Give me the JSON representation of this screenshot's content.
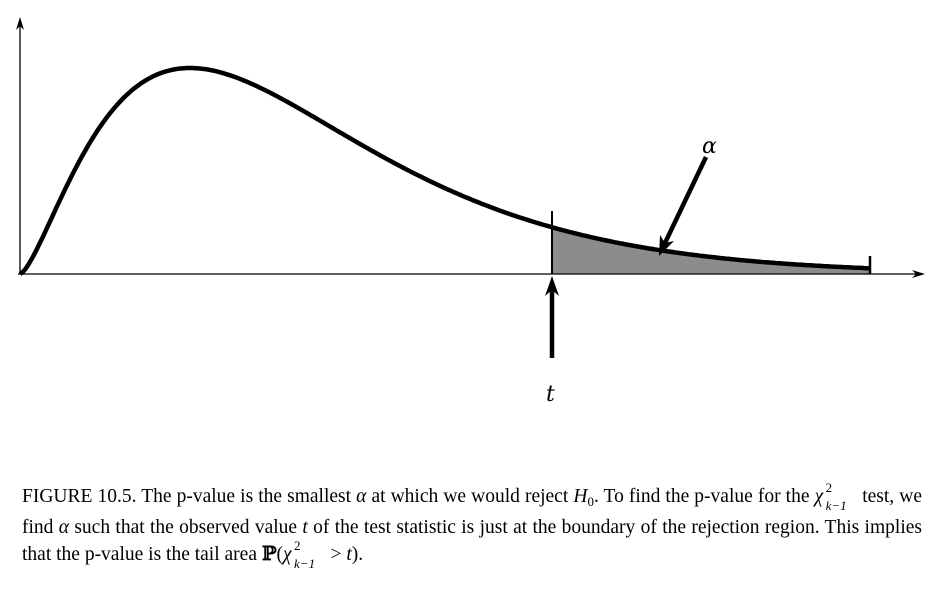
{
  "figure": {
    "alpha_label": "α",
    "t_label": "t"
  },
  "caption": {
    "label": "FIGURE 10.5.",
    "part1": " The p-value is the smallest ",
    "alpha": "α",
    "part2": " at which we would reject ",
    "H": "H",
    "H_sub": "0",
    "part3": ". To find the p-value for the ",
    "chi": "χ",
    "chi_sup": "2",
    "chi_sub": "k−1",
    "part4": " test, we find ",
    "part5": " such that the observed value ",
    "t": "t",
    "part6": " of the test statistic is just at the boundary of the rejection region. This implies that the p-value is the tail area ",
    "P": "ℙ",
    "part7_open": "(",
    "gt": " > ",
    "part8_close": ")."
  },
  "colors": {
    "tail_fill": "#8c8c8c",
    "curve": "#000000"
  }
}
